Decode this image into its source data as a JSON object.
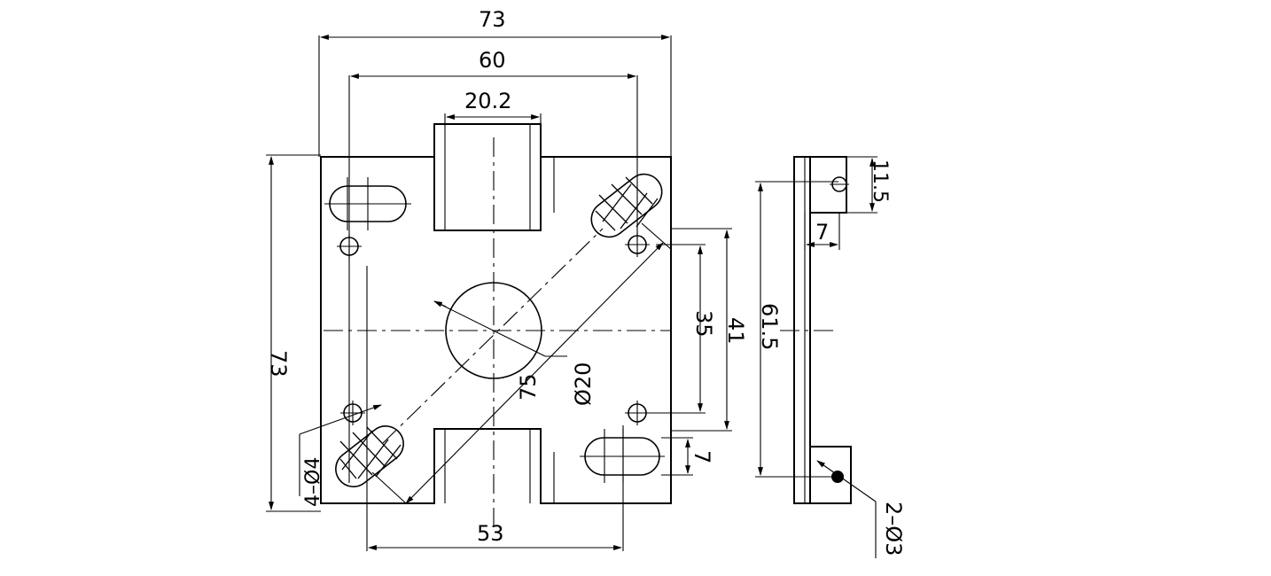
{
  "dimensions": {
    "width_outer": "73",
    "width_mount": "60",
    "slot_width": "20.2",
    "height_outer": "73",
    "hole_pitch_vertical": "35",
    "right_span": "41",
    "bottom_span": "53",
    "diagonal": "75",
    "center_bore": "Ø20",
    "slot_height": "7",
    "holes_callout": "4–Ø4",
    "side_top": "11.5",
    "side_offset": "7",
    "side_height": "61.5",
    "side_holes": "2–Ø3"
  }
}
